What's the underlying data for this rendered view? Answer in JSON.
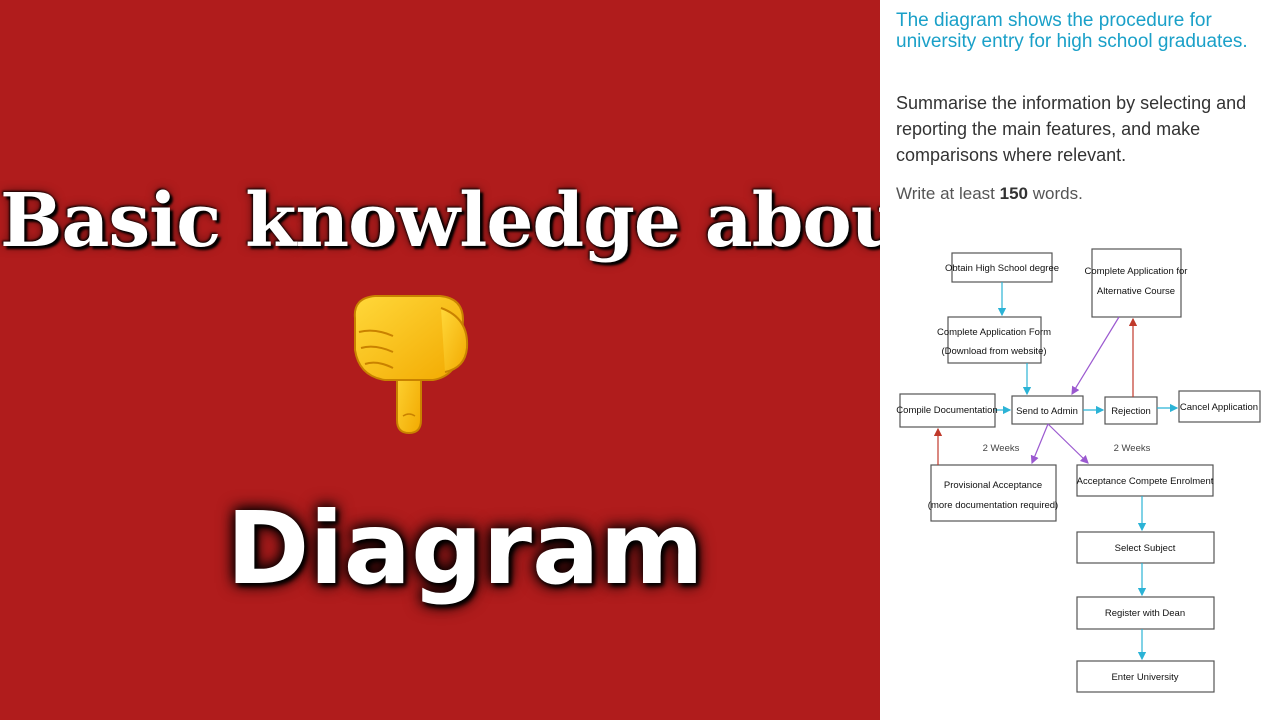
{
  "thumbnail": {
    "title_line1": "Basic knowledge about",
    "title_line2": "Diagram",
    "hand_icon": "backhand-index-pointing-down-emoji",
    "colors": {
      "background": "#b01c1c",
      "text": "#ffffff",
      "hand": "#f7c21c"
    }
  },
  "task": {
    "heading": "The diagram shows the procedure for university entry for high school graduates.",
    "instruction": "Summarise the information by selecting and reporting the main features, and make comparisons where relevant.",
    "wordcount_prefix": "Write at least ",
    "wordcount_number": "150",
    "wordcount_suffix": " words."
  },
  "flowchart": {
    "nodes": {
      "obtain_degree": "Obtain High School degree",
      "alt_course_1": "Complete Application for",
      "alt_course_2": "Alternative Course",
      "app_form_1": "Complete Application Form",
      "app_form_2": "(Download from website)",
      "compile_docs": "Compile Documentation",
      "send_admin": "Send to Admin",
      "rejection": "Rejection",
      "cancel_app": "Cancel Application",
      "provisional_1": "Provisional Acceptance",
      "provisional_2": "(more documentation required)",
      "acceptance": "Acceptance Compete Enrolment",
      "select_subject": "Select Subject",
      "register_dean": "Register with Dean",
      "enter_university": "Enter University"
    },
    "annotations": {
      "weeks_left": "2 Weeks",
      "weeks_right": "2 Weeks"
    },
    "colors": {
      "blue_arrow": "#2bb3d6",
      "red_arrow": "#c0392b",
      "purple_arrow": "#9b59d0",
      "box_border": "#555555"
    }
  }
}
